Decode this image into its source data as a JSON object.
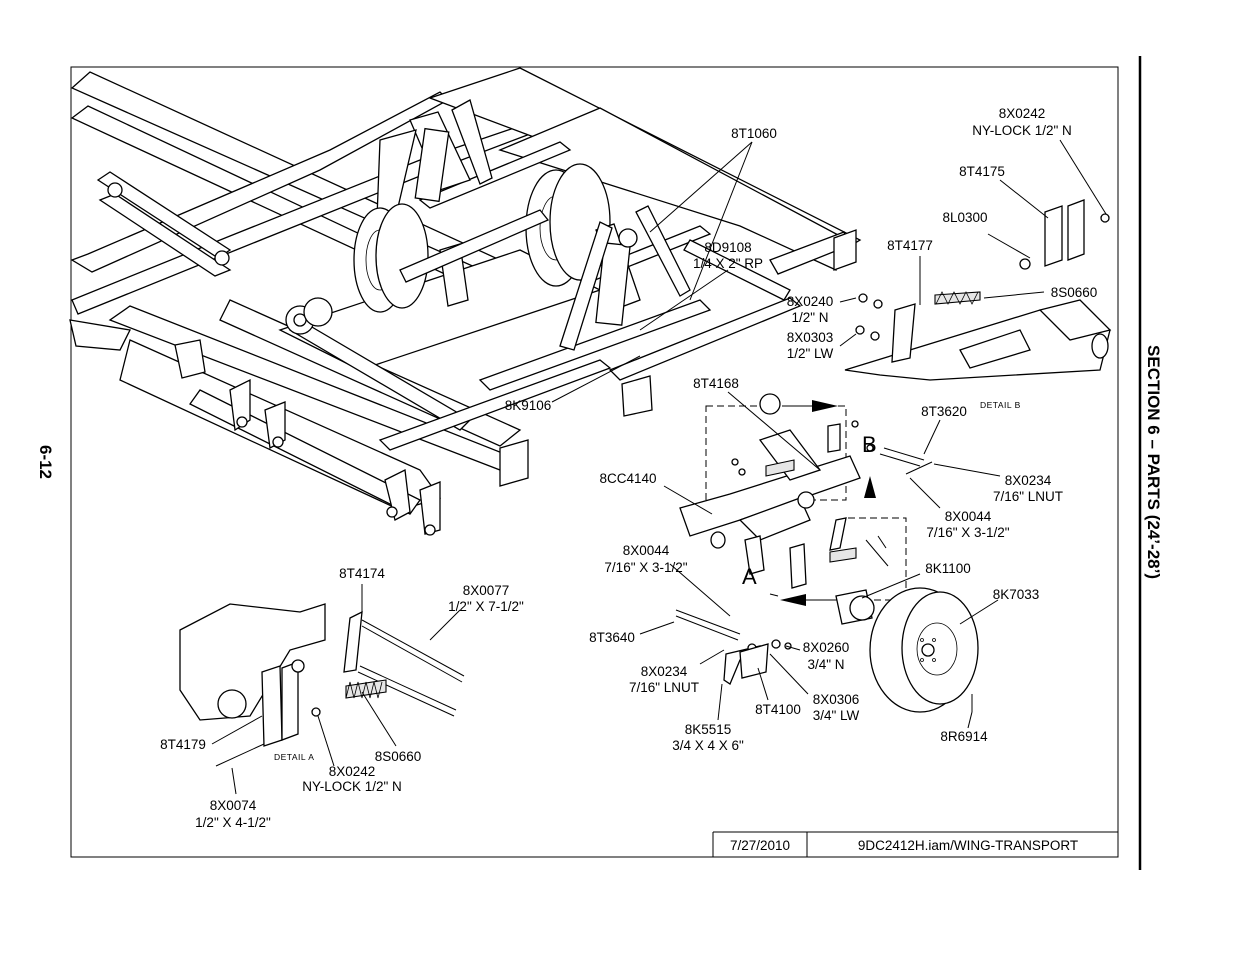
{
  "page_number": "6-12",
  "section_header": "SECTION 6 – PARTS (24’-28’)",
  "title_block": {
    "date": "7/27/2010",
    "filename": "9DC2412H.iam/WING-TRANSPORT"
  },
  "details": {
    "a": "DETAIL A",
    "b": "DETAIL B",
    "view_a": "A",
    "view_b": "B"
  },
  "callouts": {
    "c_8X0242_top": [
      "8X0242",
      "NY-LOCK 1/2\" N"
    ],
    "c_8T4175": [
      "8T4175"
    ],
    "c_8L0300": [
      "8L0300"
    ],
    "c_8T1060": [
      "8T1060"
    ],
    "c_8T4177": [
      "8T4177"
    ],
    "c_8D9108": [
      "8D9108",
      "1/4 X 2\" RP"
    ],
    "c_8S0660_top": [
      "8S0660"
    ],
    "c_8X0240": [
      "8X0240",
      "1/2\" N"
    ],
    "c_8X0303": [
      "8X0303",
      "1/2\" LW"
    ],
    "c_8K9106": [
      "8K9106"
    ],
    "c_8T4168": [
      "8T4168"
    ],
    "c_8T3620": [
      "8T3620"
    ],
    "c_8X0234_top": [
      "8X0234",
      "7/16\" LNUT"
    ],
    "c_8X0044_right": [
      "8X0044",
      "7/16\" X 3-1/2\""
    ],
    "c_8CC4140": [
      "8CC4140"
    ],
    "c_8X0044_left": [
      "8X0044",
      "7/16\" X 3-1/2\""
    ],
    "c_8K1100": [
      "8K1100"
    ],
    "c_8K7033": [
      "8K7033"
    ],
    "c_8T4174": [
      "8T4174"
    ],
    "c_8X0077": [
      "8X0077",
      "1/2\" X 7-1/2\""
    ],
    "c_8T3640": [
      "8T3640"
    ],
    "c_8X0260": [
      "8X0260",
      "3/4\" N"
    ],
    "c_8X0234_low": [
      "8X0234",
      "7/16\" LNUT"
    ],
    "c_8X0306": [
      "8X0306",
      "3/4\" LW"
    ],
    "c_8T4100": [
      "8T4100"
    ],
    "c_8K5515": [
      "8K5515",
      "3/4 X 4 X 6\""
    ],
    "c_8R6914": [
      "8R6914"
    ],
    "c_8T4179": [
      "8T4179"
    ],
    "c_8S0660_low": [
      "8S0660"
    ],
    "c_8X0242_low": [
      "8X0242",
      "NY-LOCK 1/2\" N"
    ],
    "c_8X0074": [
      "8X0074",
      "1/2\" X 4-1/2\""
    ]
  }
}
